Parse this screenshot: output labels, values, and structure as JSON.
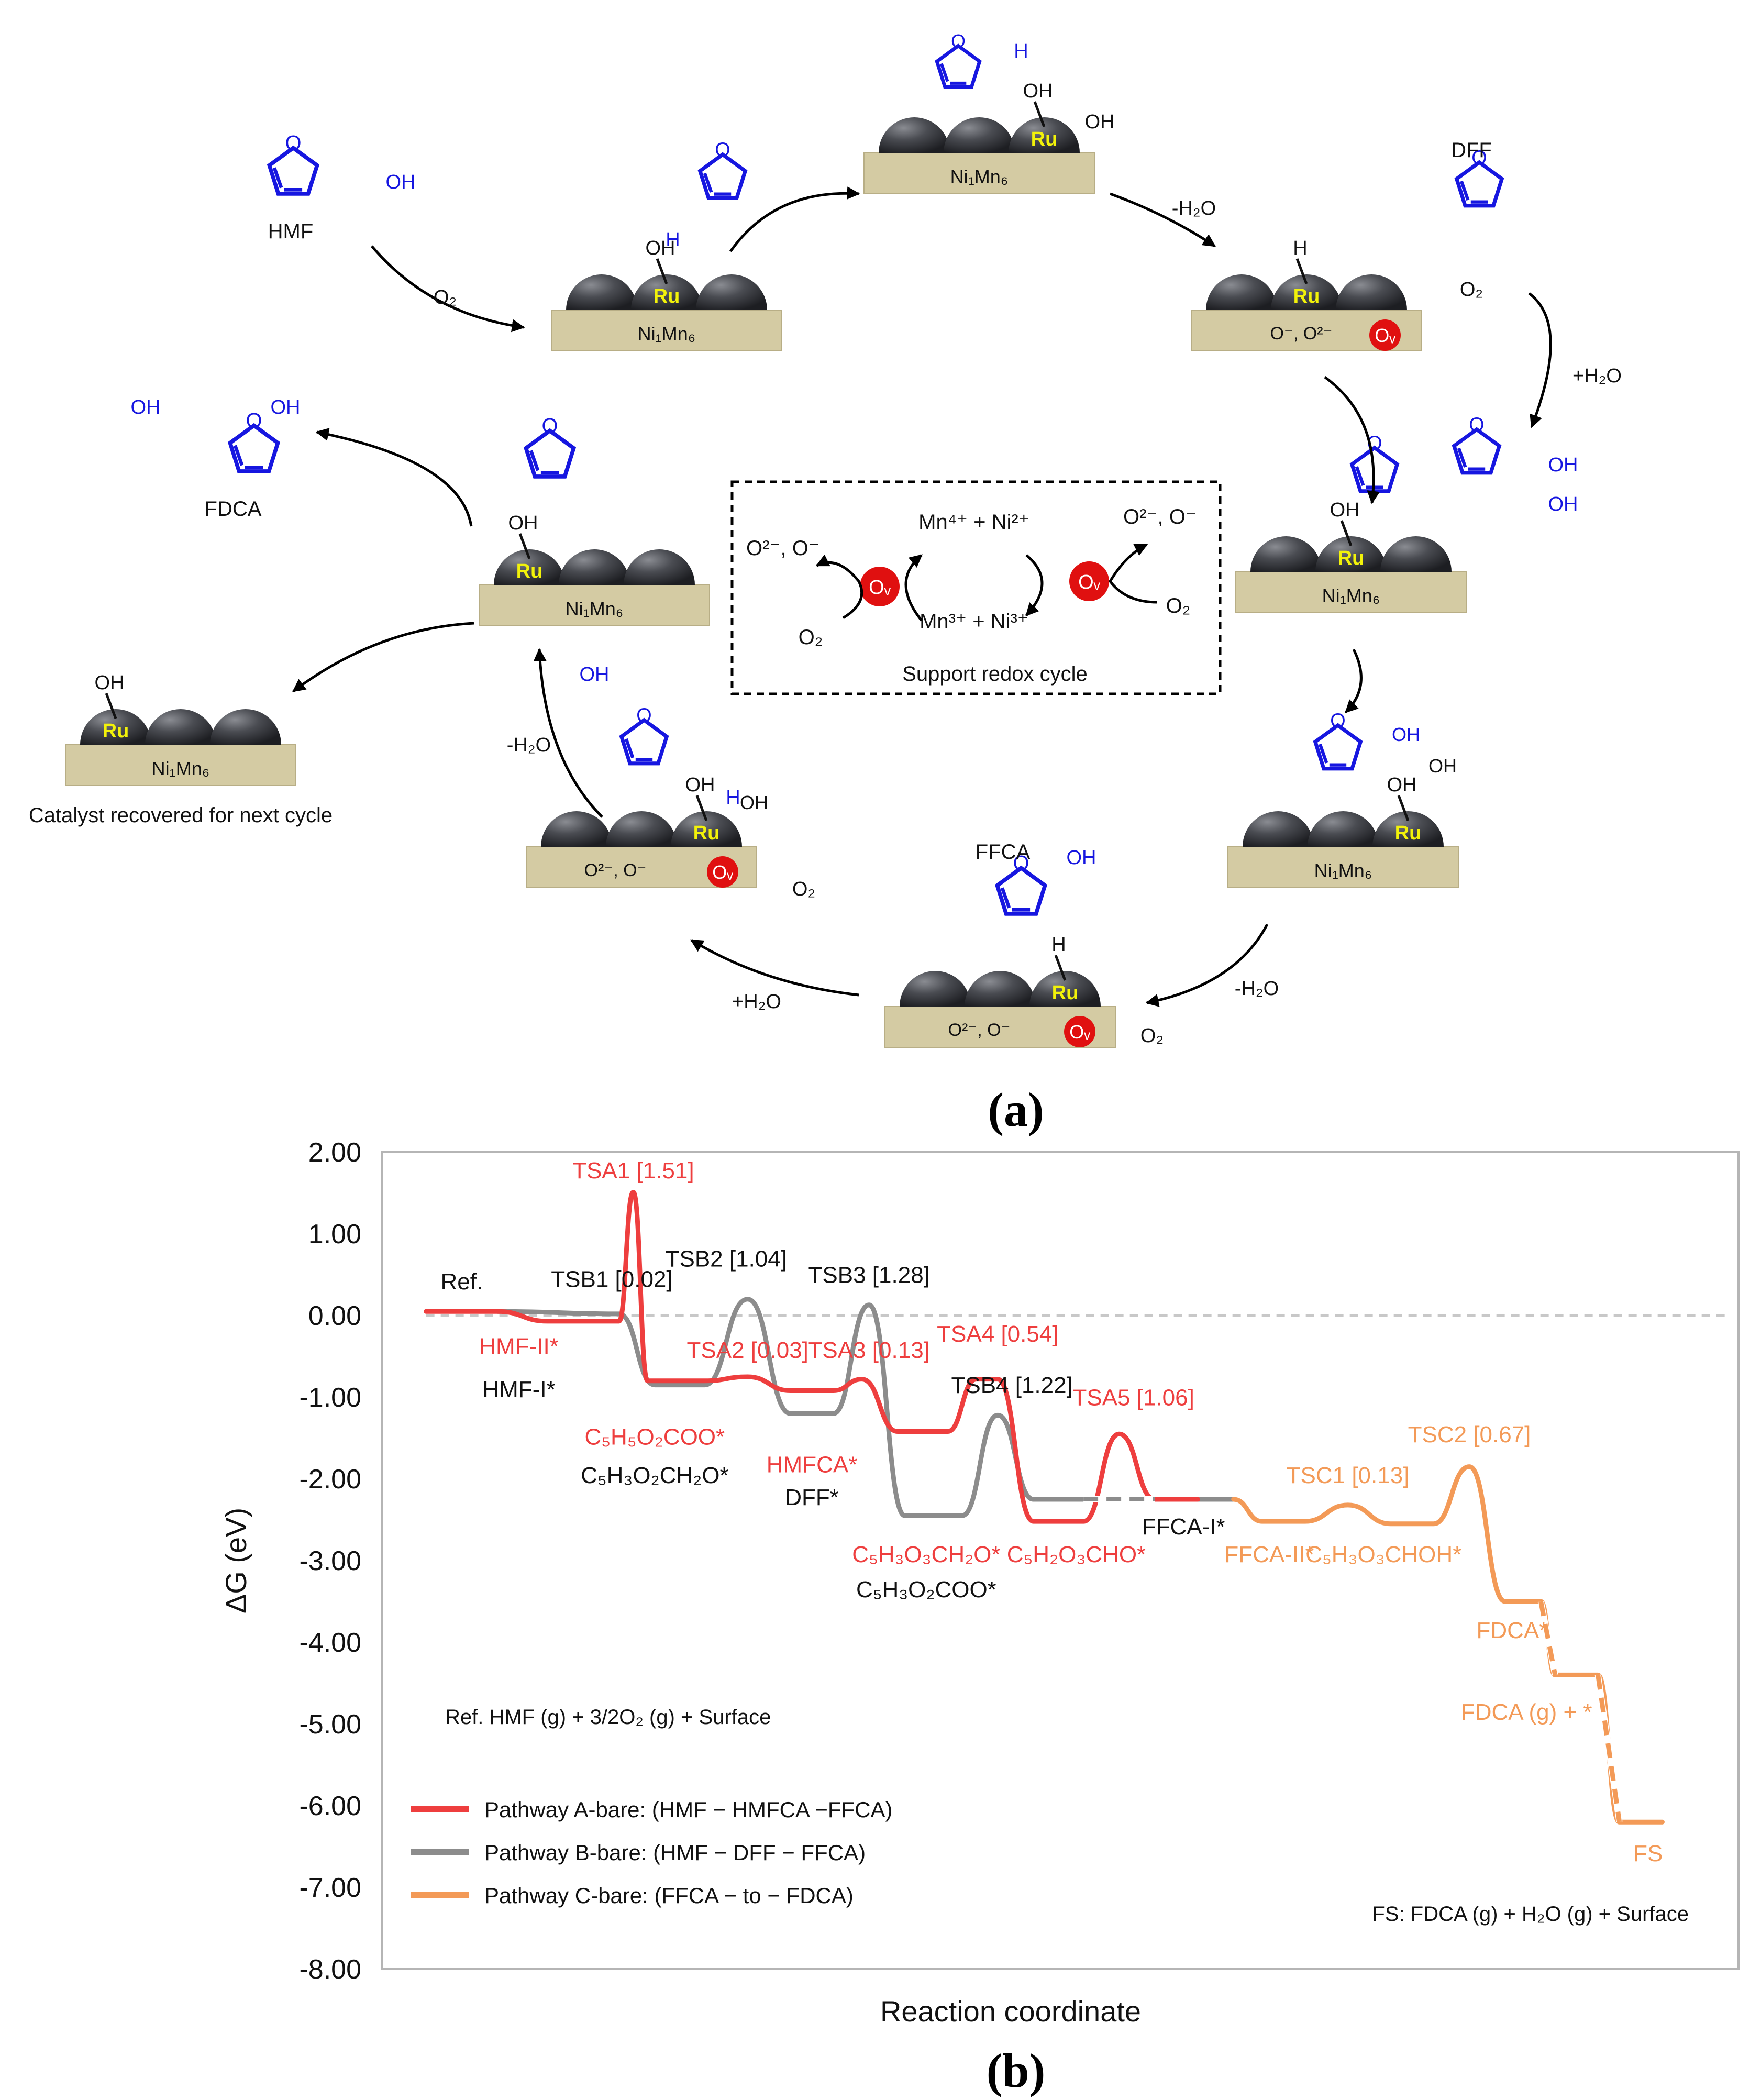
{
  "colors": {
    "pathway_a": "#ee3e3e",
    "pathway_b": "#8c8c8c",
    "pathway_c": "#f39a57",
    "molecule": "#1616e0",
    "ru_label": "#f2f20a",
    "support": "#d4cba3",
    "vacancy": "#e01010",
    "sphere": "#4a4c52"
  },
  "icons": {
    "ru-atom": "ru-atom-icon",
    "vacancy": "oxygen-vacancy-icon",
    "surface": "catalyst-surface-icon",
    "molecule": "furan-molecule-icon"
  },
  "panel_a": {
    "label": "(a)",
    "ru": "Ru",
    "support": "Ni₁Mn₆",
    "vacancy": "Oᵥ",
    "states": {
      "s1": {
        "adsorbate": "OH"
      },
      "s2": {
        "adsorbate": "OH"
      },
      "s3": {
        "adsorbate": "H",
        "oxide": "O⁻, O²⁻"
      },
      "s4": {
        "adsorbate": "OH"
      },
      "s5": {
        "adsorbate": "OH"
      },
      "s6": {
        "adsorbate": "H",
        "oxide": "O²⁻, O⁻"
      },
      "s7": {
        "adsorbate": "OH",
        "oxide": "O²⁻, O⁻"
      },
      "s8": {
        "adsorbate": "OH"
      },
      "s9": {
        "adsorbate": "OH",
        "caption": "Catalyst recovered for next cycle"
      }
    },
    "molecules": {
      "hmf": "HMF",
      "dff": "DFF",
      "ffca": "FFCA",
      "fdca": "FDCA",
      "oh": "OH",
      "h": "H",
      "o": "O"
    },
    "arrows": {
      "o2": "O₂",
      "minus_h2o": "-H₂O",
      "plus_h2o": "+H₂O"
    },
    "redox_box": {
      "caption": "Support redox cycle",
      "top": "Mn⁴⁺ + Ni²⁺",
      "bottom": "Mn³⁺ + Ni³⁺",
      "left_species": "O²⁻, O⁻",
      "right_species": "O²⁻, O⁻",
      "o2": "O₂"
    }
  },
  "panel_b": {
    "label": "(b)",
    "ref_note": "Ref. HMF (g) + 3/2O₂ (g) + Surface",
    "fs_note": "FS: FDCA (g) + H₂O (g) + Surface"
  },
  "chart_data": {
    "type": "line",
    "xlabel": "Reaction coordinate",
    "ylabel": "ΔG (eV)",
    "ylim": [
      -8,
      2
    ],
    "yticks": [
      "2.00",
      "1.00",
      "0.00",
      "-1.00",
      "-2.00",
      "-3.00",
      "-4.00",
      "-5.00",
      "-6.00",
      "-7.00",
      "-8.00"
    ],
    "grid": false,
    "legend_position": "bottom-left",
    "series": [
      {
        "name": "Pathway A-bare: (HMF − HMFCA −FFCA)",
        "color": "#ee3e3e",
        "points": [
          [
            0,
            0.05
          ],
          [
            0.5,
            0.05
          ],
          [
            0.85,
            -0.07
          ],
          [
            1.35,
            -0.07
          ],
          [
            1.55,
            -0.8
          ],
          [
            1.95,
            -0.8
          ],
          [
            2.25,
            -0.75
          ],
          [
            2.55,
            -0.92
          ],
          [
            2.85,
            -0.92
          ],
          [
            3.05,
            -0.78
          ],
          [
            3.3,
            -1.42
          ],
          [
            3.65,
            -1.42
          ],
          [
            3.85,
            -0.78
          ],
          [
            4.0,
            -0.78
          ],
          [
            4.25,
            -2.52
          ],
          [
            4.6,
            -2.52
          ],
          [
            4.85,
            -1.45
          ],
          [
            5.1,
            -2.25
          ],
          [
            5.4,
            -2.25
          ]
        ],
        "segments": [
          {
            "type": "level",
            "x0": 0,
            "x1": 0.5,
            "y": 0.05
          },
          {
            "type": "level",
            "x0": 0.85,
            "x1": 1.35,
            "y": -0.07
          },
          {
            "type": "barrier",
            "x0": 1.35,
            "x1": 1.55,
            "peak": 1.51
          },
          {
            "type": "level",
            "x0": 1.55,
            "x1": 1.95,
            "y": -0.8
          },
          {
            "type": "level",
            "x0": 2.55,
            "x1": 2.85,
            "y": -0.92
          },
          {
            "type": "level",
            "x0": 3.3,
            "x1": 3.65,
            "y": -1.42
          },
          {
            "type": "level",
            "x0": 4.25,
            "x1": 4.6,
            "y": -2.52
          },
          {
            "type": "level",
            "x0": 5.1,
            "x1": 5.4,
            "y": -2.25
          }
        ],
        "annotations": [
          {
            "text": "TSA1 [1.51]",
            "x": 1.45,
            "y": 1.68
          },
          {
            "text": "TSA2 [0.03]",
            "x": 2.25,
            "y": -0.52
          },
          {
            "text": "TSA3 [0.13]",
            "x": 3.1,
            "y": -0.52
          },
          {
            "text": "TSA4 [0.54]",
            "x": 4.0,
            "y": -0.32
          },
          {
            "text": "TSA5 [1.06]",
            "x": 4.95,
            "y": -1.1
          },
          {
            "text": "HMF-II*",
            "x": 0.65,
            "y": -0.47
          },
          {
            "text": "C₅H₅O₂COO*",
            "x": 1.6,
            "y": -1.58
          },
          {
            "text": "HMFCA*",
            "x": 2.7,
            "y": -1.92
          },
          {
            "text": "C₅H₃O₃CH₂O*",
            "x": 3.5,
            "y": -3.02
          },
          {
            "text": "C₅H₂O₃CHO*",
            "x": 4.55,
            "y": -3.02
          }
        ]
      },
      {
        "name": "Pathway B-bare: (HMF − DFF − FFCA)",
        "color": "#8c8c8c",
        "points": [
          [
            0.5,
            0.05
          ],
          [
            1.35,
            0.02
          ],
          [
            1.6,
            -0.85
          ],
          [
            1.95,
            -0.85
          ],
          [
            2.25,
            0.2
          ],
          [
            2.55,
            -1.2
          ],
          [
            2.85,
            -1.2
          ],
          [
            3.1,
            0.13
          ],
          [
            3.35,
            -2.45
          ],
          [
            3.75,
            -2.45
          ],
          [
            4.0,
            -1.22
          ],
          [
            4.25,
            -2.25
          ],
          [
            5.4,
            -2.25
          ],
          [
            5.65,
            -2.25
          ]
        ],
        "annotations": [
          {
            "text": "TSB1 [0.02]",
            "x": 1.3,
            "y": 0.35
          },
          {
            "text": "TSB2 [1.04]",
            "x": 2.1,
            "y": 0.6
          },
          {
            "text": "TSB3 [1.28]",
            "x": 3.1,
            "y": 0.4
          },
          {
            "text": "TSB4 [1.22]",
            "x": 4.1,
            "y": -0.95
          },
          {
            "text": "Ref.",
            "x": 0.25,
            "y": 0.32
          },
          {
            "text": "HMF-I*",
            "x": 0.65,
            "y": -1.0
          },
          {
            "text": "C₅H₃O₂CH₂O*",
            "x": 1.6,
            "y": -2.05
          },
          {
            "text": "DFF*",
            "x": 2.7,
            "y": -2.32
          },
          {
            "text": "C₅H₃O₂COO*",
            "x": 3.5,
            "y": -3.45
          },
          {
            "text": "FFCA-I*",
            "x": 5.3,
            "y": -2.68
          }
        ]
      },
      {
        "name": "Pathway C-bare: (FFCA − to − FDCA)",
        "color": "#f39a57",
        "points": [
          [
            5.65,
            -2.25
          ],
          [
            5.85,
            -2.52
          ],
          [
            6.15,
            -2.52
          ],
          [
            6.45,
            -2.32
          ],
          [
            6.75,
            -2.55
          ],
          [
            7.05,
            -2.55
          ],
          [
            7.3,
            -1.85
          ],
          [
            7.55,
            -3.5
          ],
          [
            7.8,
            -3.5
          ],
          [
            7.9,
            -4.4
          ],
          [
            8.2,
            -4.4
          ],
          [
            8.35,
            -6.2
          ],
          [
            8.65,
            -6.2
          ]
        ],
        "annotations": [
          {
            "text": "TSC1 [0.13]",
            "x": 6.45,
            "y": -2.05
          },
          {
            "text": "TSC2 [0.67]",
            "x": 7.3,
            "y": -1.55
          },
          {
            "text": "FFCA-II*",
            "x": 5.9,
            "y": -3.02
          },
          {
            "text": "C₅H₃O₃CHOH*",
            "x": 6.7,
            "y": -3.02
          },
          {
            "text": "FDCA*",
            "x": 7.6,
            "y": -3.95
          },
          {
            "text": "FDCA (g) + *",
            "x": 7.7,
            "y": -4.95
          },
          {
            "text": "FS",
            "x": 8.55,
            "y": -6.68
          }
        ]
      }
    ],
    "reference_line": {
      "y": 0.0,
      "style": "dashed"
    }
  }
}
